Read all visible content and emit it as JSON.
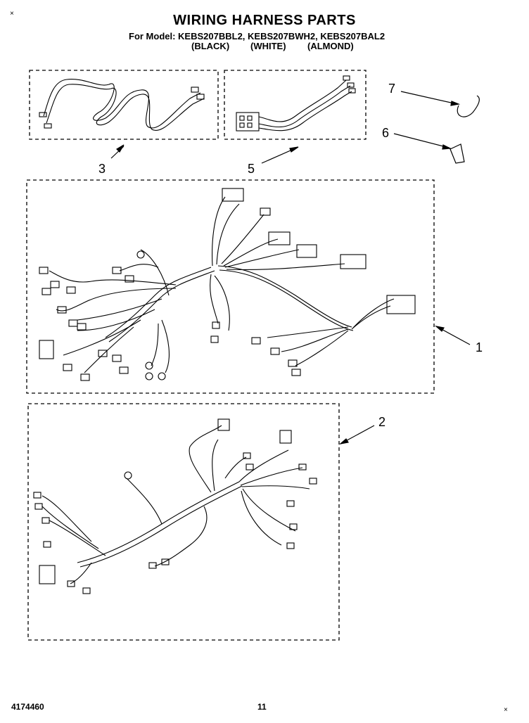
{
  "header": {
    "title": "WIRING HARNESS PARTS",
    "model_line": "For Model: KEBS207BBL2, KEBS207BWH2, KEBS207BAL2",
    "colors": [
      "(BLACK)",
      "(WHITE)",
      "(ALMOND)"
    ]
  },
  "callouts": {
    "c1": "1",
    "c2": "2",
    "c3": "3",
    "c5": "5",
    "c6": "6",
    "c7": "7"
  },
  "footer": {
    "part_number": "4174460",
    "page_number": "11"
  },
  "corner_marks": {
    "top_left": "×",
    "bottom_right": "×"
  }
}
